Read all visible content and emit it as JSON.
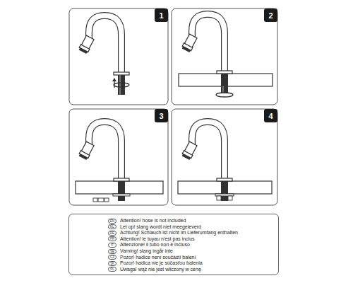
{
  "diagram": {
    "nodes": [
      {
        "text": [
          "1"
        ]
      },
      {
        "text": [
          "2"
        ]
      },
      {
        "text": [
          "3"
        ]
      },
      {
        "text": [
          "4"
        ]
      },
      {
        "text": [
          "Attention! hose is not included",
          "Let op! slang wordt niet meegeleverd",
          "Achtung! Schlauch ist nicht im Lieferumfang enthalten",
          "Attention! le tuyau n'est pas inclus",
          "Attenzione! il tubo non è incluso",
          "Varning! slang ingår inte",
          "Pozor! hadice není součástí balení",
          "Pozor! hadica nie je súčasťou balenia",
          "Uwaga! wąż nie jest wliczony w cenę"
        ]
      },
      {
        "text": [
          "EN"
        ],
        "in": 4
      },
      {
        "text": [
          "NL"
        ],
        "in": 4
      },
      {
        "text": [
          "DE"
        ],
        "in": 4
      },
      {
        "text": [
          "FR"
        ],
        "in": 4
      },
      {
        "text": [
          "IT"
        ],
        "in": 4
      },
      {
        "text": [
          "SE"
        ],
        "in": 4
      },
      {
        "text": [
          "CZ"
        ],
        "in": 4
      },
      {
        "text": [
          "SK"
        ],
        "in": 4
      },
      {
        "text": [
          "PL"
        ],
        "in": 4
      }
    ]
  }
}
